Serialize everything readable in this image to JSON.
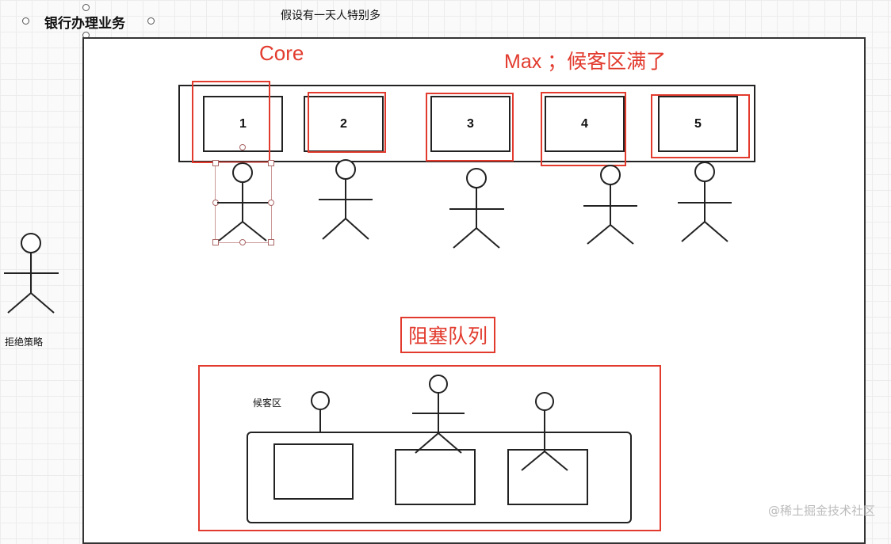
{
  "header": {
    "title": "银行办理业务",
    "assumption": "假设有一天人特别多"
  },
  "diagram": {
    "core_label": "Core",
    "max_label": "Max ；候客区满了",
    "windows": [
      "1",
      "2",
      "3",
      "4",
      "5"
    ],
    "blocking_queue_label": "阻塞队列",
    "waiting_area_label": "候客区",
    "reject_policy_label": "拒绝策略"
  },
  "watermark": "@稀土掘金技术社区",
  "colors": {
    "accent_red": "#e23b2e",
    "stroke": "#222222"
  }
}
